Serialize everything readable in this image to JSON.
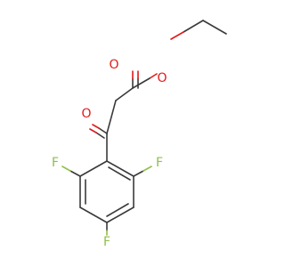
{
  "molecule": {
    "atoms": {
      "o_carbonyl_ester": "O",
      "o_ester": "O",
      "o_ketone": "O",
      "f_left": "F",
      "f_right": "F",
      "f_bottom": "F"
    },
    "colors": {
      "bond": "#3a3a3a",
      "oxygen": "#e11b1b",
      "fluorine": "#8fc04a",
      "background": "#ffffff"
    }
  }
}
